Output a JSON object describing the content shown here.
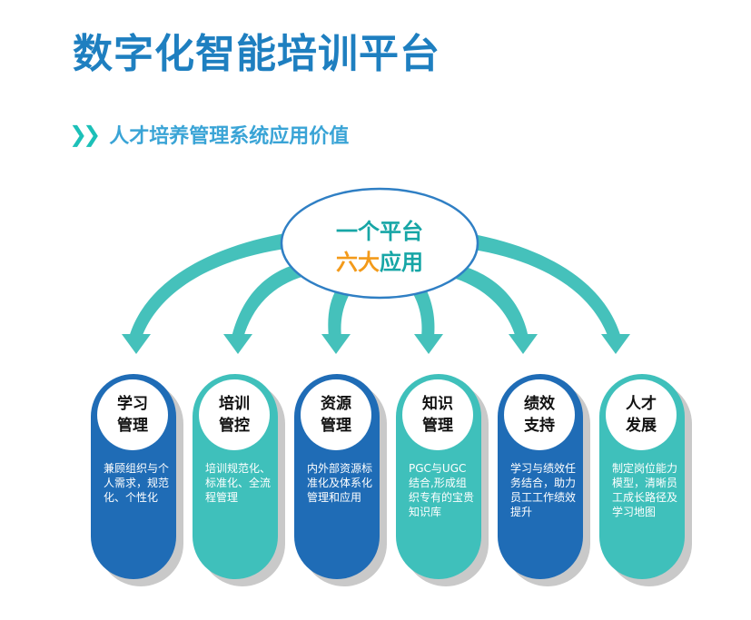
{
  "title": "数字化智能培训平台",
  "subtitle": {
    "chevrons": "》",
    "text": "人才培养管理系统应用价值"
  },
  "hub": {
    "line1": "一个平台",
    "highlight": "六大",
    "rest": "应用"
  },
  "colors": {
    "title": "#1e7fc0",
    "accent_teal": "#1cc0b8",
    "blue": "#1f6cb6",
    "teal": "#3fc0bb",
    "orange": "#f39a1a"
  },
  "modules": [
    {
      "title_line1": "学习",
      "title_line2": "管理",
      "desc": "兼顾组织与个人需求，规范化、个性化",
      "style": "blue"
    },
    {
      "title_line1": "培训",
      "title_line2": "管控",
      "desc": "培训规范化、标准化、全流程管理",
      "style": "teal"
    },
    {
      "title_line1": "资源",
      "title_line2": "管理",
      "desc": "内外部资源标准化及体系化管理和应用",
      "style": "blue"
    },
    {
      "title_line1": "知识",
      "title_line2": "管理",
      "desc": "PGC与UGC结合,形成组织专有的宝贵知识库",
      "style": "teal"
    },
    {
      "title_line1": "绩效",
      "title_line2": "支持",
      "desc": "学习与绩效任务结合，助力员工工作绩效提升",
      "style": "blue"
    },
    {
      "title_line1": "人才",
      "title_line2": "发展",
      "desc": "制定岗位能力模型，清晰员工成长路径及学习地图",
      "style": "teal"
    }
  ]
}
